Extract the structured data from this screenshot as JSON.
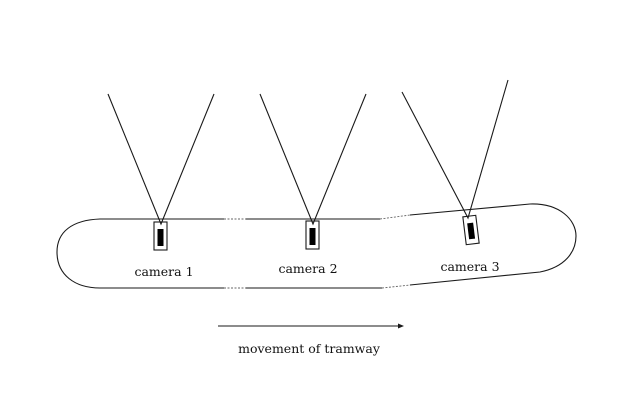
{
  "cameras": [
    {
      "label": "camera 1"
    },
    {
      "label": "camera 2"
    },
    {
      "label": "camera 3"
    }
  ],
  "movement_label": "movement of tramway",
  "colors": {
    "line": "#1a1a1a",
    "background": "#ffffff"
  }
}
